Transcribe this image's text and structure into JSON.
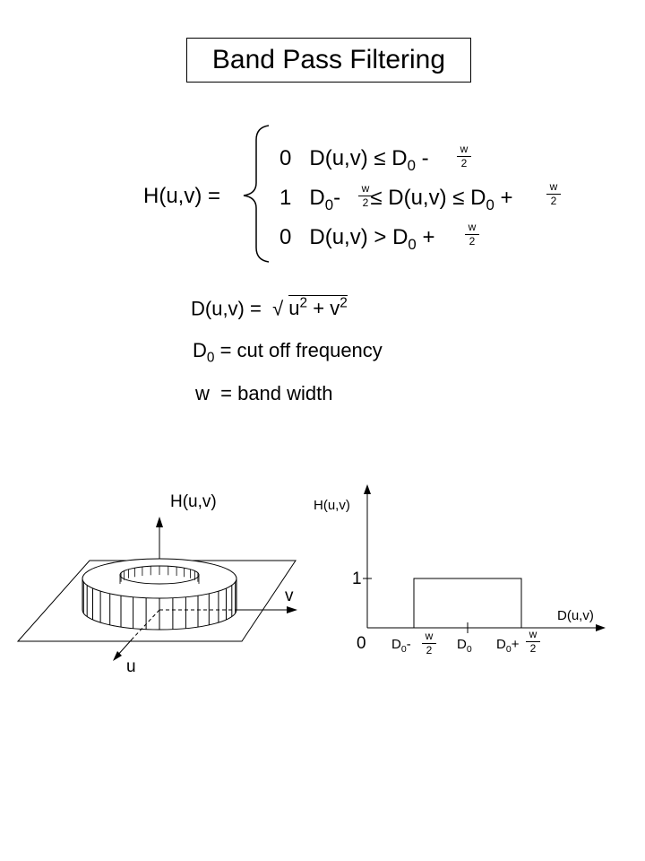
{
  "title": "Band Pass Filtering",
  "equation": {
    "lhs": "H(u,v) =",
    "case1": {
      "value": "0",
      "cond_a": "D(u,v)",
      "le": "≤",
      "d0": "D",
      "d0_sub": "0",
      "op": "-"
    },
    "case2": {
      "value": "1",
      "d0_left": "D",
      "d0_left_sub": "0",
      "minus": "-",
      "le1": "≤",
      "mid": "D(u,v)",
      "le2": "≤",
      "d0_right": "D",
      "d0_right_sub": "0",
      "plus": "+"
    },
    "case3": {
      "value": "0",
      "cond_a": "D(u,v)",
      "gt": ">",
      "d0": "D",
      "d0_sub": "0",
      "op": "+"
    },
    "frac_num": "w",
    "frac_den": "2"
  },
  "definitions": {
    "distance_lhs": "D(u,v) =",
    "sqrt": "√",
    "distance_u": "u",
    "distance_v": "v",
    "exp": "2",
    "plus": "+",
    "cutoff_d": "D",
    "cutoff_sub": "0",
    "cutoff_text": "= cut off frequency",
    "bandwidth_w": "w",
    "bandwidth_text": "= band width"
  },
  "diagram3d": {
    "axis_h": "H(u,v)",
    "axis_v": "v",
    "axis_u": "u"
  },
  "plot2d": {
    "ylabel": "H(u,v)",
    "xlabel": "D(u,v)",
    "y_tick_1": "1",
    "y_tick_0": "0",
    "x_label_left_d": "D",
    "x_label_left_sub": "0",
    "x_label_left_op": "-",
    "x_label_mid_d": "D",
    "x_label_mid_sub": "0",
    "x_label_right_d": "D",
    "x_label_right_sub": "0",
    "x_label_right_op": "+",
    "frac_num": "w",
    "frac_den": "2"
  }
}
